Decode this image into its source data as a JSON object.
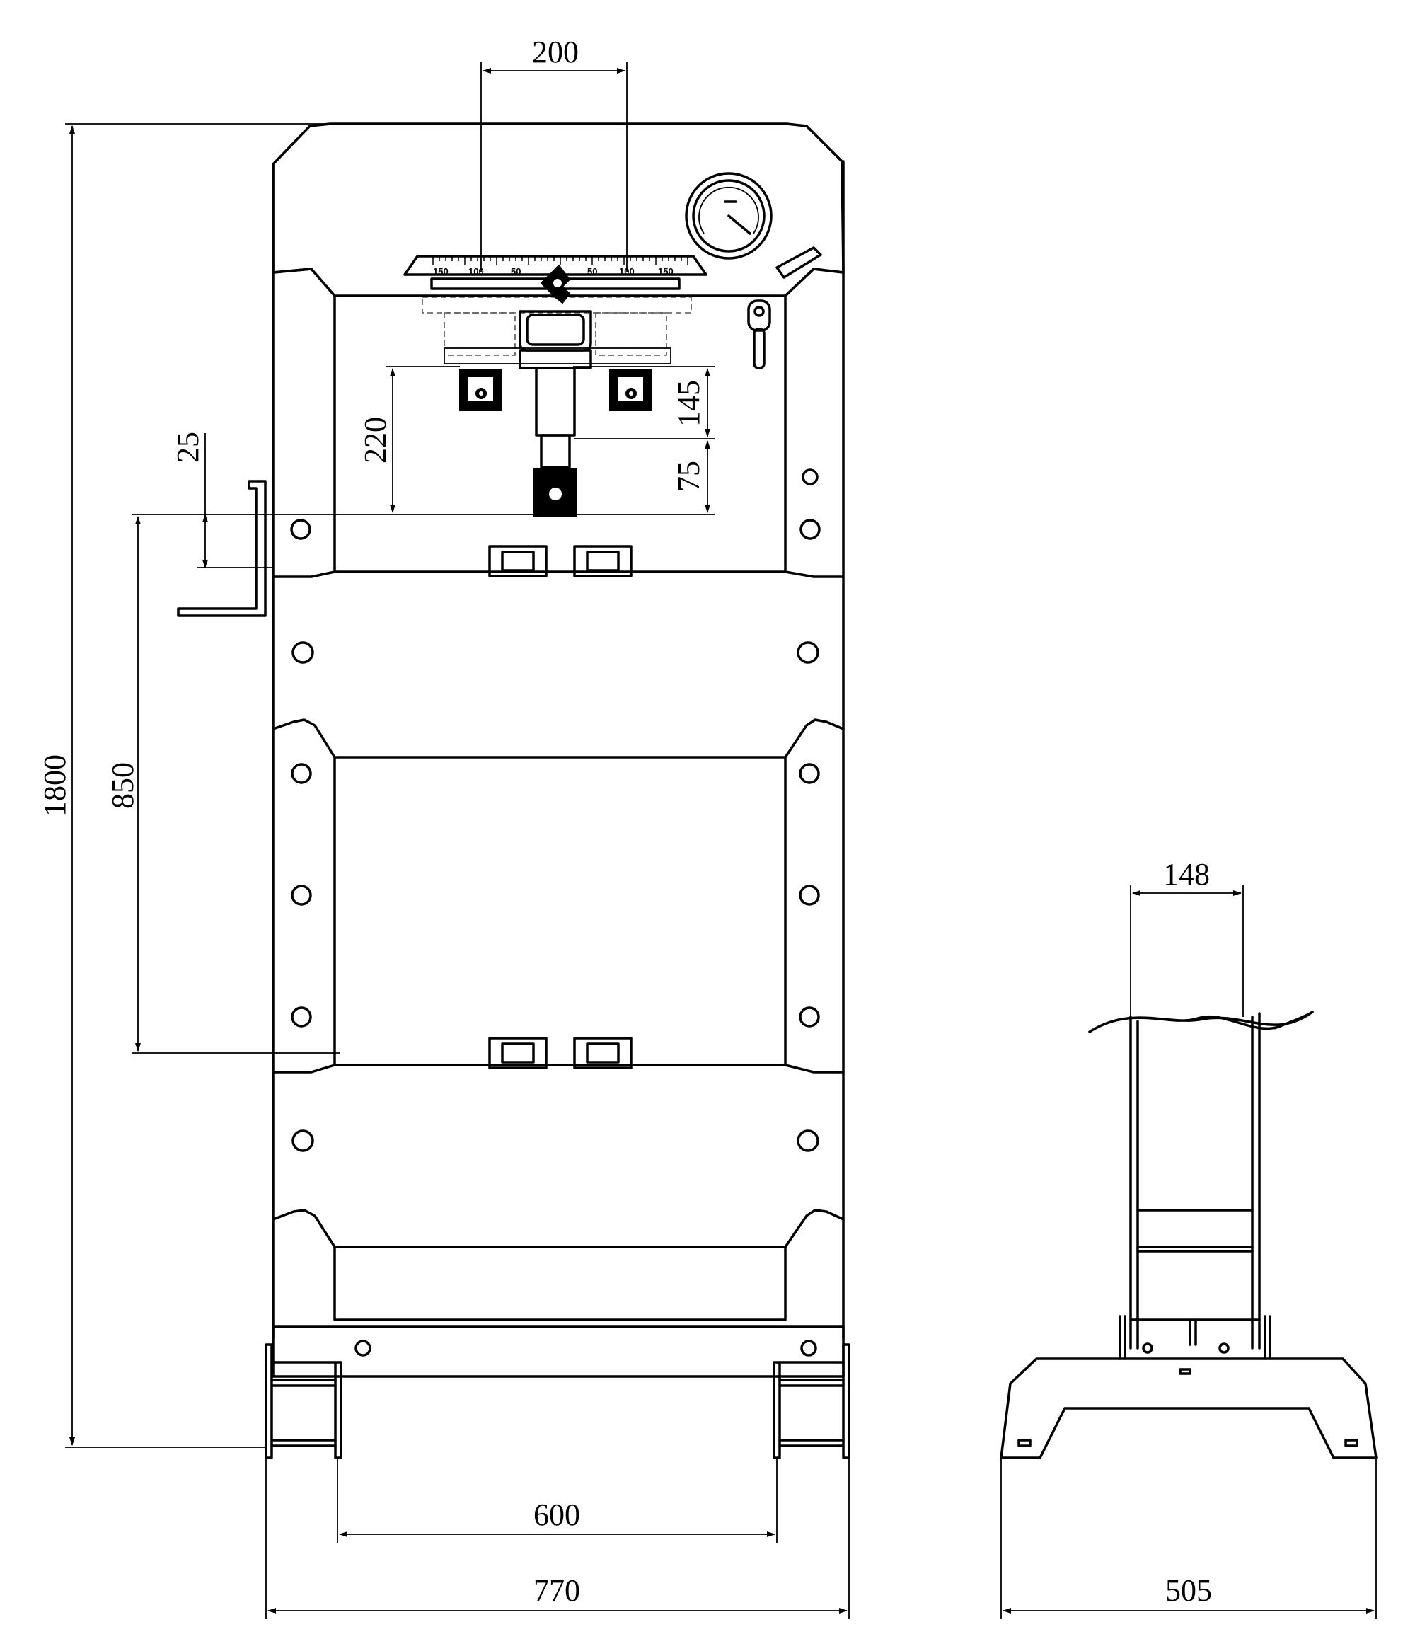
{
  "dimensions": {
    "top_width": "200",
    "right_upper": "145",
    "right_lower": "75",
    "left_upper": "220",
    "small_left": "25",
    "daylight": "850",
    "overall_height": "1800",
    "inner_width": "600",
    "outer_width": "770",
    "side_width": "148",
    "base_depth": "505"
  },
  "scale": [
    "150",
    "100",
    "50",
    "50",
    "100",
    "150"
  ]
}
